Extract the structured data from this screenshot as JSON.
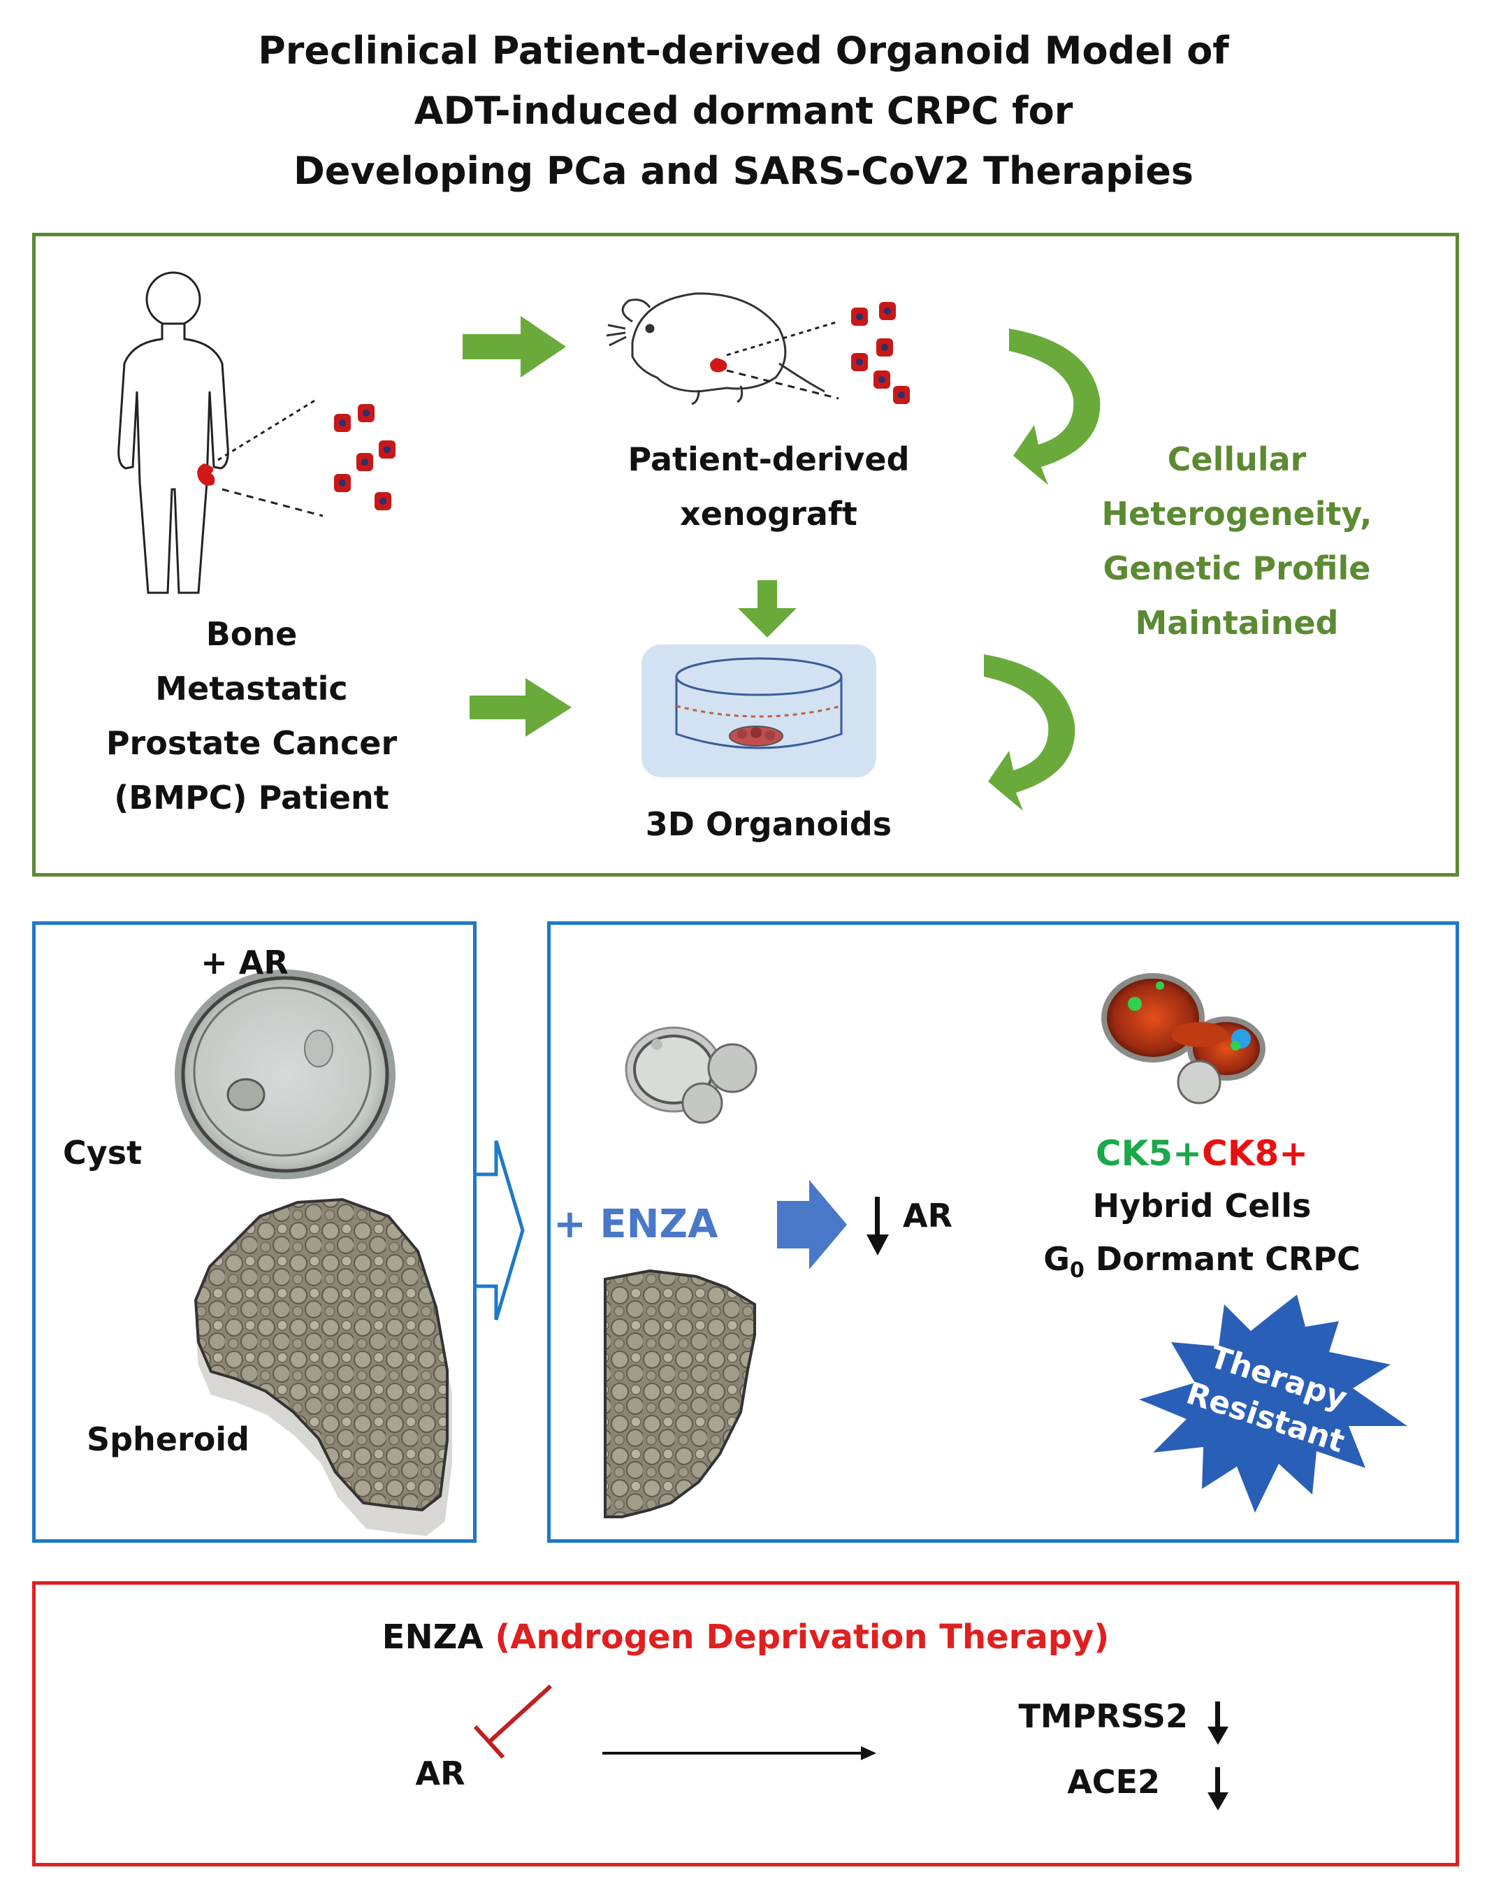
{
  "title": {
    "line1": "Preclinical Patient-derived Organoid Model of",
    "line2": "ADT-induced dormant CRPC for",
    "line3": "Developing PCa and SARS-CoV2 Therapies"
  },
  "top_panel": {
    "patient": {
      "line1": "Bone",
      "line2": "Metastatic",
      "line3": "Prostate Cancer",
      "line4": "(BMPC) Patient"
    },
    "xenograft": {
      "line1": "Patient-derived",
      "line2": "xenograft"
    },
    "organoids": "3D Organoids",
    "maintained": {
      "line1": "Cellular",
      "line2": "Heterogeneity,",
      "line3": "Genetic Profile",
      "line4": "Maintained"
    }
  },
  "left_panel": {
    "ar_label": "+ AR",
    "cyst": "Cyst",
    "spheroid": "Spheroid"
  },
  "right_panel": {
    "enza": "+ ENZA",
    "down_ar": "AR",
    "ck5": "CK5+",
    "ck8": "CK8+",
    "hybrid": "Hybrid Cells",
    "g0_main": "G",
    "g0_sub": "0",
    "dormant": " Dormant CRPC",
    "burst_line1": "Therapy",
    "burst_line2": "Resistant"
  },
  "bottom_panel": {
    "enza": "ENZA",
    "adt": "(Androgen Deprivation Therapy)",
    "ar": "AR",
    "tmprss2": "TMPRSS2",
    "ace2": "ACE2"
  },
  "colors": {
    "green": "#5b8a32",
    "arrow_green": "#6aaa3a",
    "blue": "#1f78c8",
    "enza_blue": "#4a78c8",
    "red": "#e02020",
    "ck5_green": "#1aa84a",
    "ck8_red": "#e81010",
    "burst": "#2a5fb8"
  }
}
